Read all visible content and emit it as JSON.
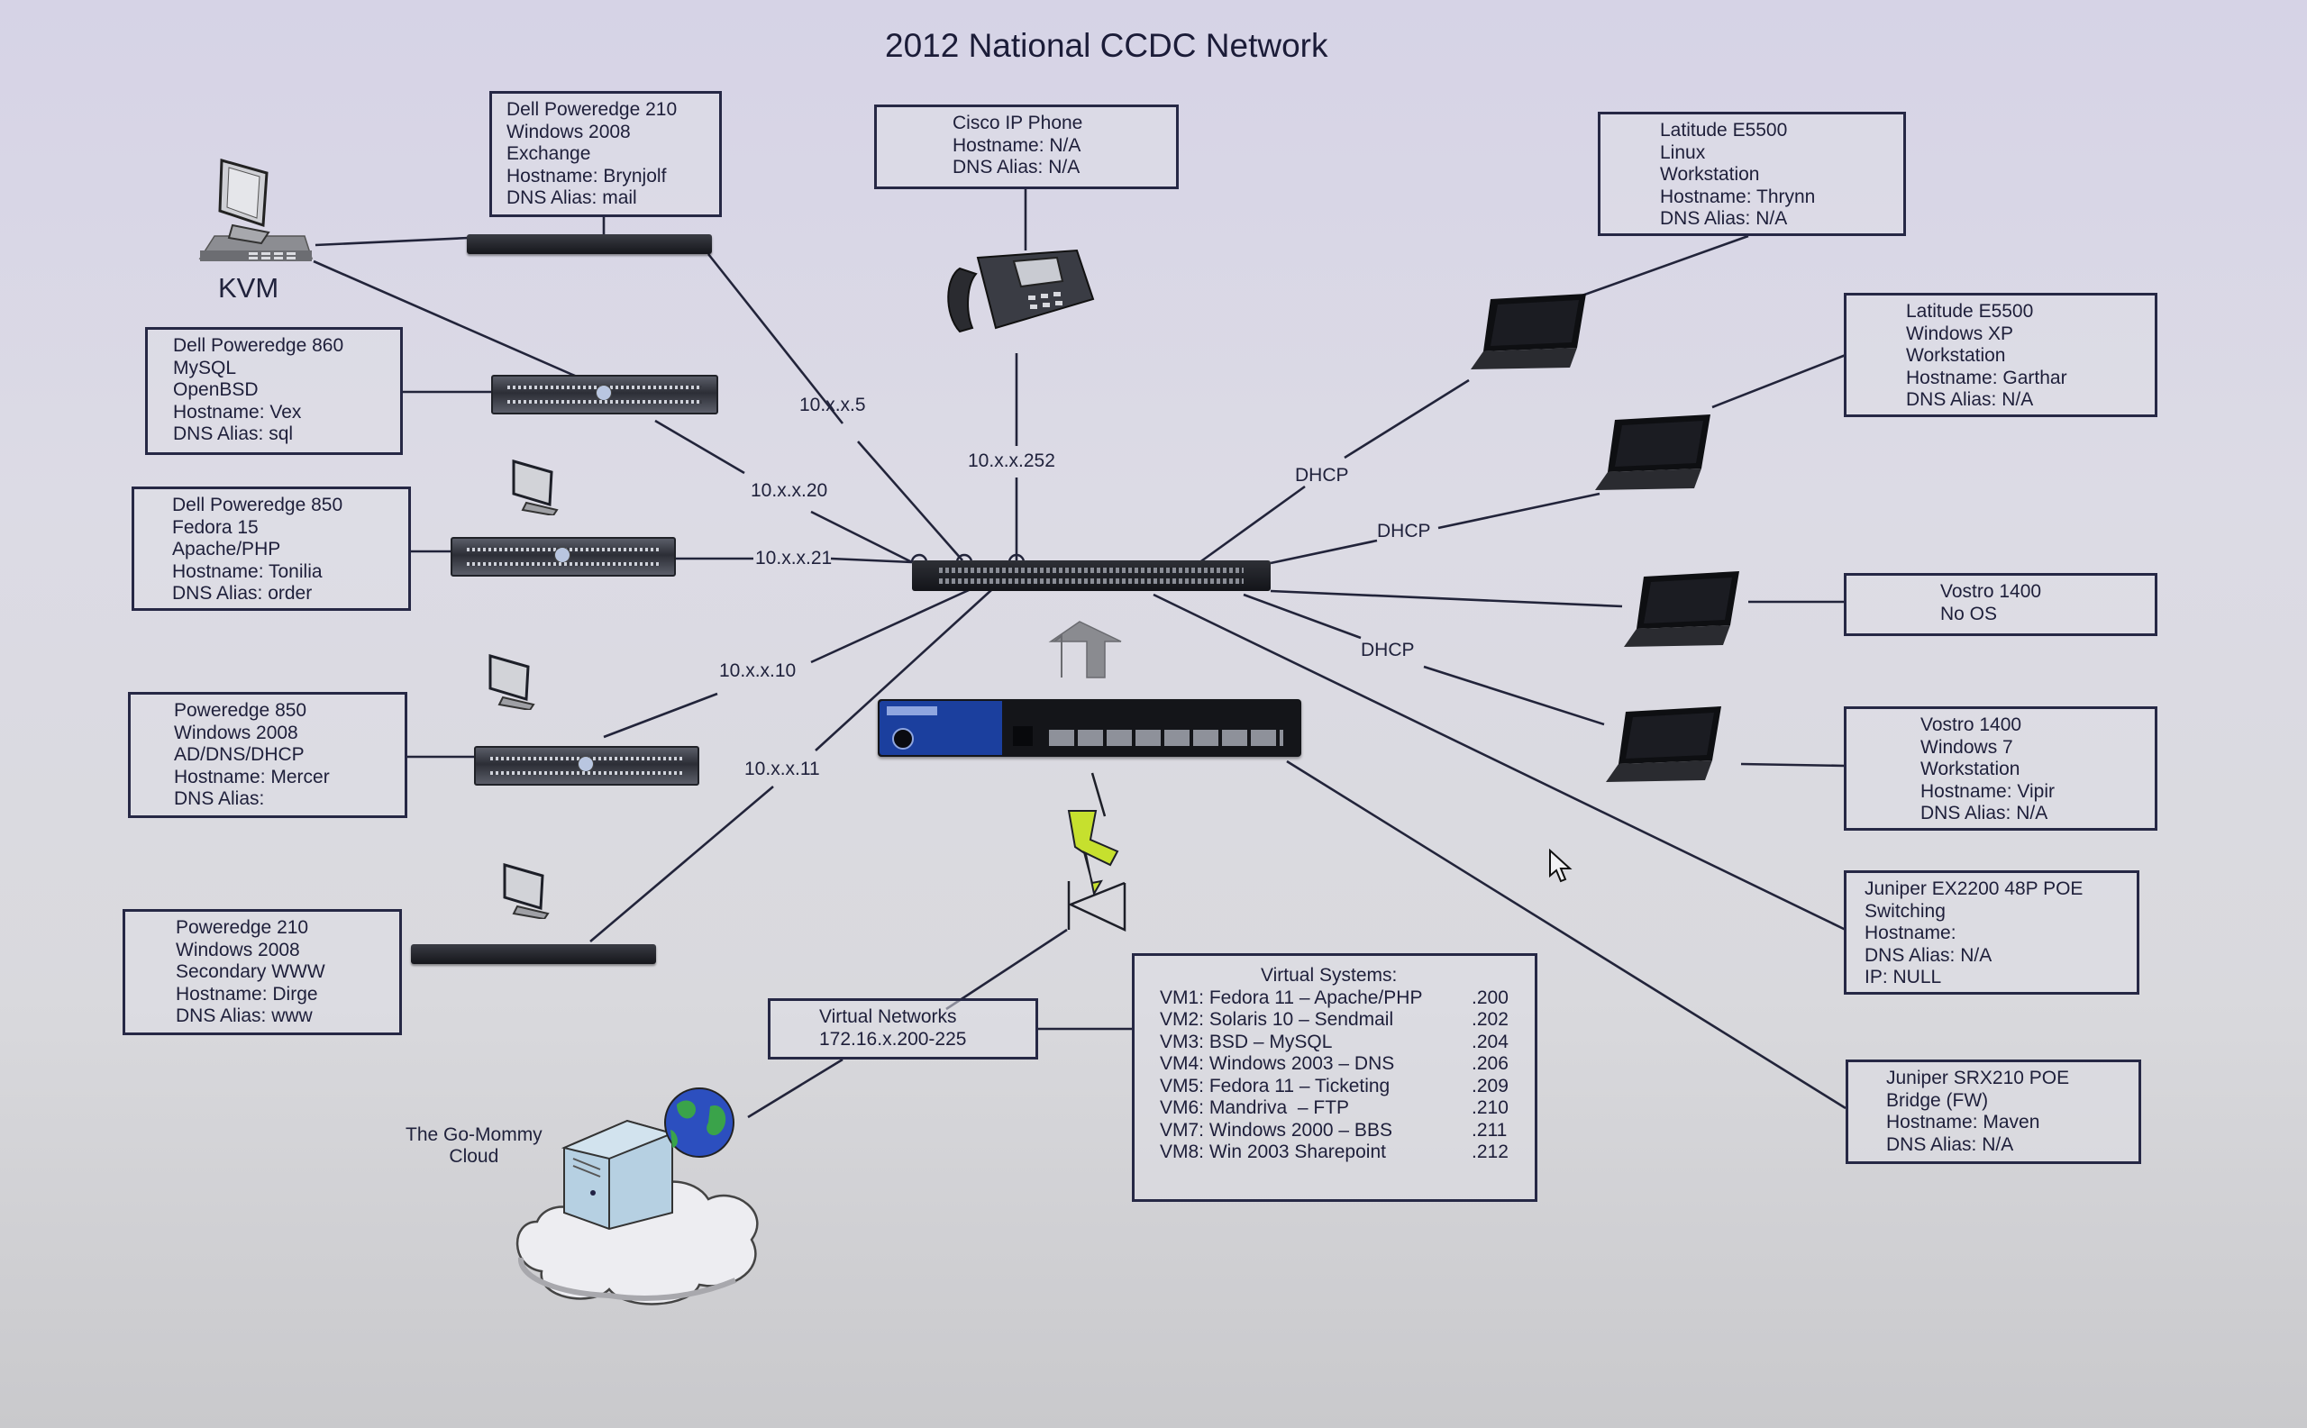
{
  "title": "2012 National CCDC Network",
  "devices": {
    "kvm": {
      "label": "KVM"
    },
    "exchange": {
      "lines": [
        "Dell Poweredge 210",
        "Windows 2008",
        "Exchange",
        "Hostname: Brynjolf",
        "DNS Alias: mail"
      ]
    },
    "mysql": {
      "lines": [
        "Dell Poweredge 860",
        "MySQL",
        "OpenBSD",
        "Hostname: Vex",
        "DNS Alias: sql"
      ]
    },
    "web": {
      "lines": [
        "Dell Poweredge 850",
        "Fedora 15",
        "Apache/PHP",
        "Hostname: Tonilia",
        "DNS Alias: order"
      ]
    },
    "ad": {
      "lines": [
        "Poweredge 850",
        "Windows 2008",
        "AD/DNS/DHCP",
        "Hostname: Mercer",
        "DNS Alias:"
      ]
    },
    "www2": {
      "lines": [
        "Poweredge 210",
        "Windows 2008",
        "Secondary WWW",
        "Hostname: Dirge",
        "DNS Alias: www"
      ]
    },
    "phone": {
      "lines": [
        "Cisco IP Phone",
        "Hostname: N/A",
        "DNS Alias: N/A"
      ]
    },
    "thrynn": {
      "lines": [
        "Latitude E5500",
        "Linux",
        "Workstation",
        "Hostname: Thrynn",
        "DNS Alias: N/A"
      ]
    },
    "garthar": {
      "lines": [
        "Latitude E5500",
        "Windows XP",
        "Workstation",
        "Hostname: Garthar",
        "DNS Alias: N/A"
      ]
    },
    "vostro_noos": {
      "lines": [
        "Vostro 1400",
        "No OS"
      ]
    },
    "vipir": {
      "lines": [
        "Vostro 1400",
        "Windows 7",
        "Workstation",
        "Hostname: Vipir",
        "DNS Alias: N/A"
      ]
    },
    "switch": {
      "lines": [
        "Juniper EX2200 48P POE",
        "Switching",
        "Hostname:",
        "DNS Alias: N/A",
        "IP: NULL"
      ]
    },
    "firewall": {
      "lines": [
        "Juniper SRX210 POE",
        "Bridge (FW)",
        "Hostname: Maven",
        "DNS Alias: N/A"
      ]
    },
    "vnet": {
      "lines": [
        "Virtual Networks",
        "172.16.x.200-225"
      ]
    },
    "cloud": {
      "lines": [
        "The Go-Mommy",
        "Cloud"
      ]
    }
  },
  "virtual_systems": {
    "heading": "Virtual Systems:",
    "rows": [
      {
        "name": "VM1: Fedora 11 – Apache/PHP",
        "ip": ".200"
      },
      {
        "name": "VM2: Solaris 10 – Sendmail",
        "ip": ".202"
      },
      {
        "name": "VM3: BSD – MySQL",
        "ip": ".204"
      },
      {
        "name": "VM4: Windows 2003 – DNS",
        "ip": ".206"
      },
      {
        "name": "VM5: Fedora 11 – Ticketing",
        "ip": ".209"
      },
      {
        "name": "VM6: Mandriva  – FTP",
        "ip": ".210"
      },
      {
        "name": "VM7: Windows 2000 – BBS",
        "ip": ".211"
      },
      {
        "name": "VM8: Win 2003 Sharepoint",
        "ip": ".212"
      }
    ]
  },
  "link_labels": {
    "exchange": "10.x.x.5",
    "phone": "10.x.x.252",
    "mysql": "10.x.x.20",
    "web": "10.x.x.21",
    "ad": "10.x.x.10",
    "www2": "10.x.x.11",
    "dhcp1": "DHCP",
    "dhcp2": "DHCP",
    "dhcp3": "DHCP"
  },
  "colors": {
    "lightning": "#c6e02e",
    "firewall_blue": "#1b3f9e",
    "globe_water": "#2c4fbf",
    "globe_land": "#3aa34a"
  }
}
